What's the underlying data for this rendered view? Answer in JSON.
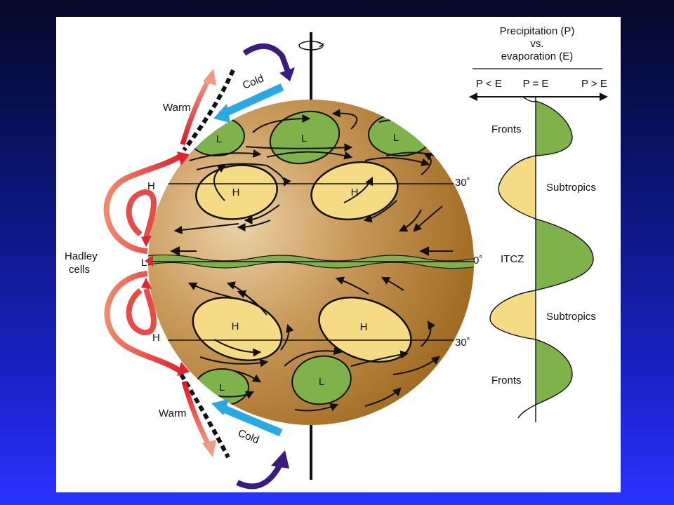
{
  "globe": {
    "highs": [
      "H",
      "H",
      "H",
      "H"
    ],
    "lows": [
      "L",
      "L",
      "L",
      "L",
      "L"
    ],
    "latitude_30_north": "30˚",
    "latitude_equator": "0˚",
    "latitude_30_south": "30˚"
  },
  "left_side": {
    "warm_north": "Warm",
    "cold_north": "Cold",
    "warm_south": "Warm",
    "cold_south": "Cold",
    "hadley_cells": [
      "Hadley",
      "cells"
    ],
    "label_h_north": "H",
    "label_l_equator": "L",
    "label_h_south": "H"
  },
  "precip_panel": {
    "title_lines": [
      "Precipitation (P)",
      "vs.",
      "evaporation (E)"
    ],
    "axis_left": "P < E",
    "axis_center": "P = E",
    "axis_right": "P > E",
    "zones": [
      "Fronts",
      "Subtropics",
      "ITCZ",
      "Subtropics",
      "Fronts"
    ]
  },
  "colors": {
    "globe_light": "#e8c89a",
    "globe_dark": "#a8762a",
    "low_green": "#7fb24a",
    "high_yellow": "#f5dc84",
    "warm_red": "#e02030",
    "cold_blue": "#29a8e6",
    "overturn_purple": "#3a1c80"
  }
}
